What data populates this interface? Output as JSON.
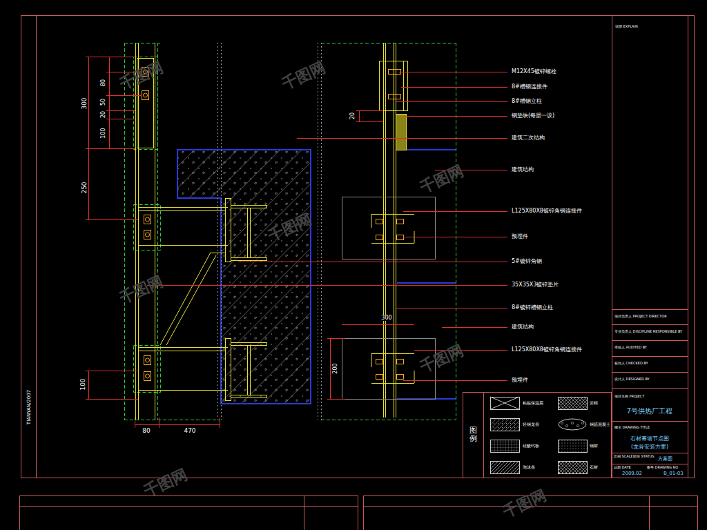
{
  "diagram": {
    "labels": [
      "300",
      "80",
      "50",
      "20",
      "100",
      "250",
      "100",
      "80",
      "470",
      "20",
      "M12X45镀锌螺栓",
      "8#槽钢连接件",
      "8#槽钢立柱",
      "钢垫块(每层一设)",
      "建筑二次结构",
      "建筑结构",
      "L125X80X8镀锌角钢连接件",
      "预埋件",
      "5#镀锌角钢",
      "35X35X3镀锌垫片",
      "8#镀锌槽钢立柱",
      "300",
      "建筑结构",
      "L125X80X8镀锌角钢连接件",
      "200",
      "预埋件",
      "说明 EXPLAIN",
      "项目负责人 PROJECT DIRECTOR",
      "专业负责人 DISCIPLINE RESPONSIBLE BY",
      "审核人 AUDITED BY",
      "校对人 CHECKED BY",
      "设计人 DESIGNED BY",
      "项目名称 PROJECT",
      "7号供热厂工程",
      "图名 DRAWING TITLE",
      "石材幕墙节点图",
      "(龙骨安装方案)",
      "比例 SCALE",
      "阶段 STATUS",
      "方案图",
      "日期 DATE",
      "2009.02",
      "图号 DRAWING NO",
      "B_01-03",
      "图例",
      "TIANYAN/2007",
      "千图网",
      "千图网",
      "千图网",
      "千图网",
      "千图网",
      "千图网",
      "千图网",
      "千图网"
    ],
    "legend": [
      {
        "text": "粘贴保温层"
      },
      {
        "text": "岩棉"
      },
      {
        "text": "轻钢龙骨"
      },
      {
        "text": "钢筋混凝土"
      },
      {
        "text": "硅酸钙板"
      },
      {
        "text": "钢材"
      },
      {
        "text": "泡沫条"
      },
      {
        "text": "石材"
      }
    ]
  }
}
